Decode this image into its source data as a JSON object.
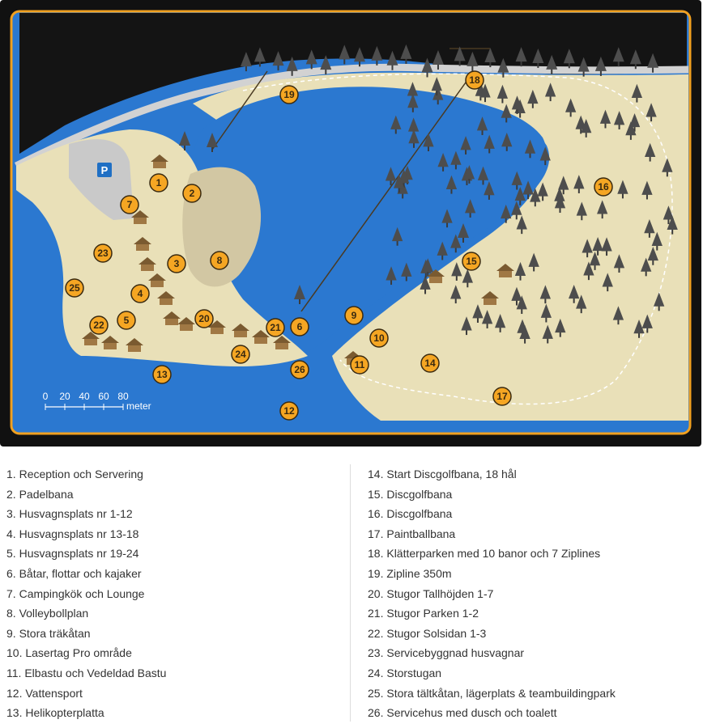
{
  "colors": {
    "water": "#2b78d0",
    "land": "#e9e0b8",
    "frame": "#111111",
    "border": "#f0a020",
    "road": "#cfcfcf",
    "marker": "#f5a623"
  },
  "map": {
    "parking_label": "P",
    "scale": {
      "ticks": [
        "0",
        "20",
        "40",
        "60",
        "80"
      ],
      "unit": "meter"
    },
    "markers": [
      {
        "label": "1"
      },
      {
        "label": "2"
      },
      {
        "label": "3"
      },
      {
        "label": "4"
      },
      {
        "label": "5"
      },
      {
        "label": "6"
      },
      {
        "label": "7"
      },
      {
        "label": "8"
      },
      {
        "label": "9"
      },
      {
        "label": "10"
      },
      {
        "label": "11"
      },
      {
        "label": "12"
      },
      {
        "label": "13"
      },
      {
        "label": "14"
      },
      {
        "label": "15"
      },
      {
        "label": "16"
      },
      {
        "label": "17"
      },
      {
        "label": "18"
      },
      {
        "label": "19"
      },
      {
        "label": "20"
      },
      {
        "label": "21"
      },
      {
        "label": "22"
      },
      {
        "label": "23"
      },
      {
        "label": "24"
      },
      {
        "label": "25"
      },
      {
        "label": "26"
      }
    ]
  },
  "legend": {
    "left": [
      {
        "num": "1.",
        "text": "Reception och Servering"
      },
      {
        "num": "2.",
        "text": "Padelbana"
      },
      {
        "num": "3.",
        "text": "Husvagnsplats nr 1-12"
      },
      {
        "num": "4.",
        "text": "Husvagnsplats nr 13-18"
      },
      {
        "num": "5.",
        "text": "Husvagnsplats nr 19-24"
      },
      {
        "num": "6.",
        "text": "Båtar, flottar och kajaker"
      },
      {
        "num": "7.",
        "text": "Campingkök och Lounge"
      },
      {
        "num": "8.",
        "text": "Volleybollplan"
      },
      {
        "num": "9.",
        "text": "Stora träkåtan"
      },
      {
        "num": "10.",
        "text": "Lasertag Pro område"
      },
      {
        "num": "11.",
        "text": "Elbastu och Vedeldad Bastu"
      },
      {
        "num": "12.",
        "text": "Vattensport"
      },
      {
        "num": "13.",
        "text": "Helikopterplatta"
      }
    ],
    "right": [
      {
        "num": "14.",
        "text": "Start Discgolfbana, 18 hål"
      },
      {
        "num": "15.",
        "text": "Discgolfbana"
      },
      {
        "num": "16.",
        "text": "Discgolfbana"
      },
      {
        "num": "17.",
        "text": "Paintballbana"
      },
      {
        "num": "18.",
        "text": "Klätterparken med 10 banor och 7 Ziplines"
      },
      {
        "num": "19.",
        "text": "Zipline 350m"
      },
      {
        "num": "20.",
        "text": "Stugor Tallhöjden 1-7"
      },
      {
        "num": "21.",
        "text": "Stugor Parken 1-2"
      },
      {
        "num": "22.",
        "text": "Stugor Solsidan 1-3"
      },
      {
        "num": "23.",
        "text": "Servicebyggnad husvagnar"
      },
      {
        "num": "24.",
        "text": "Storstugan"
      },
      {
        "num": "25.",
        "text": "Stora tältkåtan, lägerplats & teambuildingpark"
      },
      {
        "num": "26.",
        "text": "Servicehus med dusch och toalett"
      }
    ]
  }
}
